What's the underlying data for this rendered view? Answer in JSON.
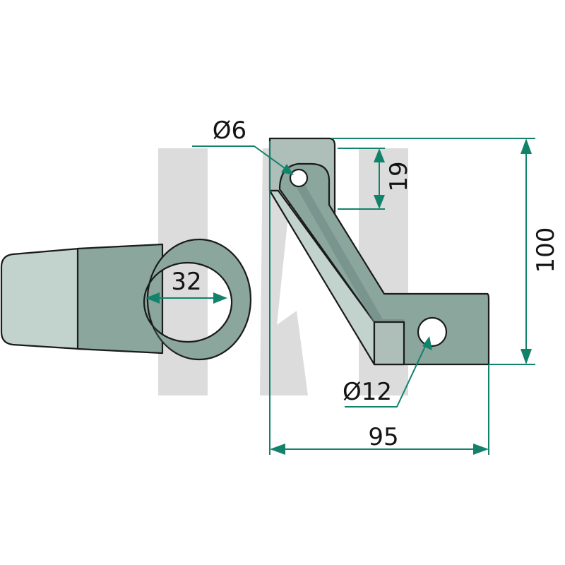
{
  "dimensions": {
    "hole_small": "Ø6",
    "spacing": "19",
    "height": "100",
    "hole_large": "Ø12",
    "bore": "32",
    "width": "95"
  },
  "colors": {
    "part_main": "#8aa69d",
    "part_light": "#c2d3cd",
    "part_mid": "#aebfba",
    "part_dark": "#6f8b83",
    "background_mark": "#dcdcdc",
    "dimension_line": "#12826a",
    "outline": "#1b1b1b"
  }
}
